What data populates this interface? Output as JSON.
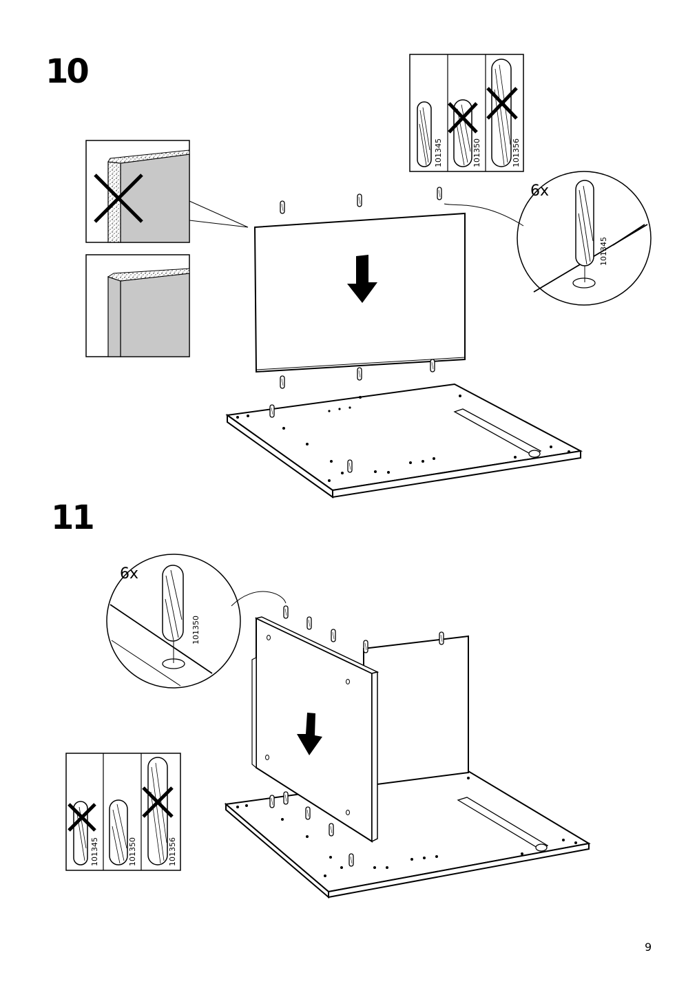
{
  "page": {
    "number": "9"
  },
  "steps": [
    {
      "number": "10",
      "quantity": "6x",
      "dowel_label": "101345",
      "legend": [
        "101345",
        "101350",
        "101356"
      ]
    },
    {
      "number": "11",
      "quantity": "6x",
      "dowel_label": "101350",
      "legend": [
        "101345",
        "101350",
        "101356"
      ]
    }
  ],
  "colors": {
    "line": "#000000",
    "panel_edge_fill": "#c8c8c8",
    "background": "#ffffff"
  }
}
